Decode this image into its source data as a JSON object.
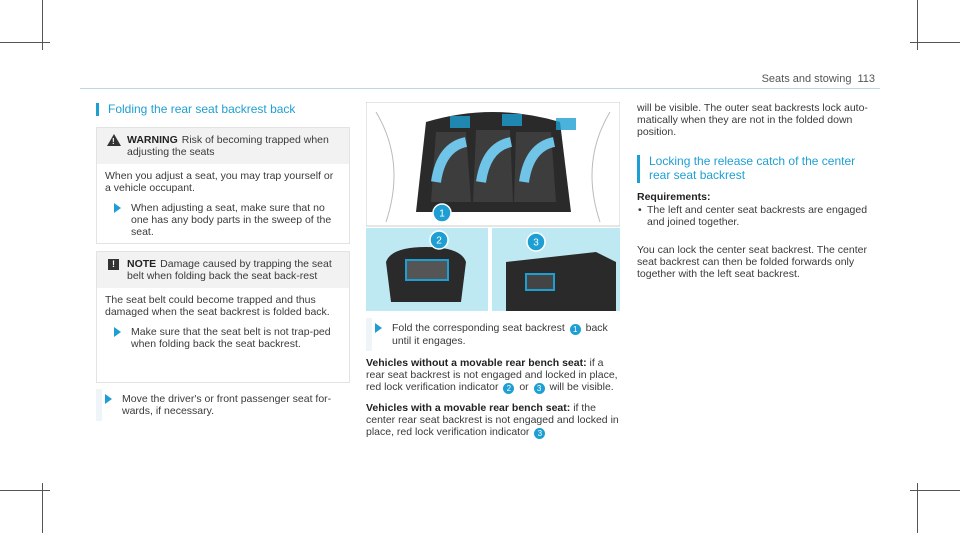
{
  "header": {
    "section": "Seats and stowing",
    "page": "113"
  },
  "left": {
    "title": "Folding the rear seat backrest back",
    "warning": {
      "label": "WARNING",
      "text": "Risk of becoming trapped when adjusting the seats",
      "body": "When you adjust a seat, you may trap yourself or a vehicle occupant.",
      "step": "When adjusting a seat, make sure that no one has any body parts in the sweep of the seat."
    },
    "note": {
      "label": "NOTE",
      "text": "Damage caused by trapping the seat belt when folding back the seat back-rest",
      "body": "The seat belt could become trapped and thus damaged when the seat backrest is folded back.",
      "step": "Make sure that the seat belt is not trap-ped when folding back the seat backrest."
    },
    "step": "Move the driver's or front passenger seat for-wards, if necessary."
  },
  "middle": {
    "figure_callouts": [
      "1",
      "2",
      "3"
    ],
    "step": {
      "pre": "Fold the corresponding seat backrest",
      "num": "1",
      "post": "back until it engages."
    },
    "p1": {
      "bold": "Vehicles without a movable rear bench seat:",
      "pre": "if a rear seat backrest is not engaged and locked in place, red lock verification indicator",
      "n1": "2",
      "mid": "or",
      "n2": "3",
      "post": "will be visible."
    },
    "p2": {
      "bold": "Vehicles with a movable rear bench seat:",
      "pre": "if the center rear seat backrest is not engaged and locked in place, red lock verification indicator",
      "n": "3"
    }
  },
  "right": {
    "intro": "will be visible. The outer seat backrests lock auto-matically when they are not in the folded down position.",
    "title": "Locking the release catch of the center rear seat backrest",
    "req_label": "Requirements:",
    "req_item": "The left and center seat backrests are engaged and joined together.",
    "body": "You can lock the center seat backrest. The center seat backrest can then be folded forwards only together with the left seat backrest."
  },
  "colors": {
    "accent": "#1e9fd3",
    "inset_bg": "#bfe9f2"
  }
}
